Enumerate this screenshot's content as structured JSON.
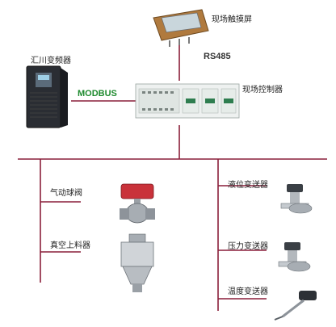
{
  "labels": {
    "touchscreen": "现场触摸屏",
    "rs485": "RS485",
    "inverter": "汇川变频器",
    "modbus": "MODBUS",
    "controller": "现场控制器",
    "ball_valve": "气动球阀",
    "vacuum_loader": "真空上料器",
    "level_transmitter": "液位变送器",
    "pressure_transmitter": "压力变送器",
    "temp_transmitter": "温度变送器"
  },
  "colors": {
    "bus_line": "#8a1f3a",
    "modbus_text": "#1e8a2e",
    "rs485_text": "#333333"
  }
}
